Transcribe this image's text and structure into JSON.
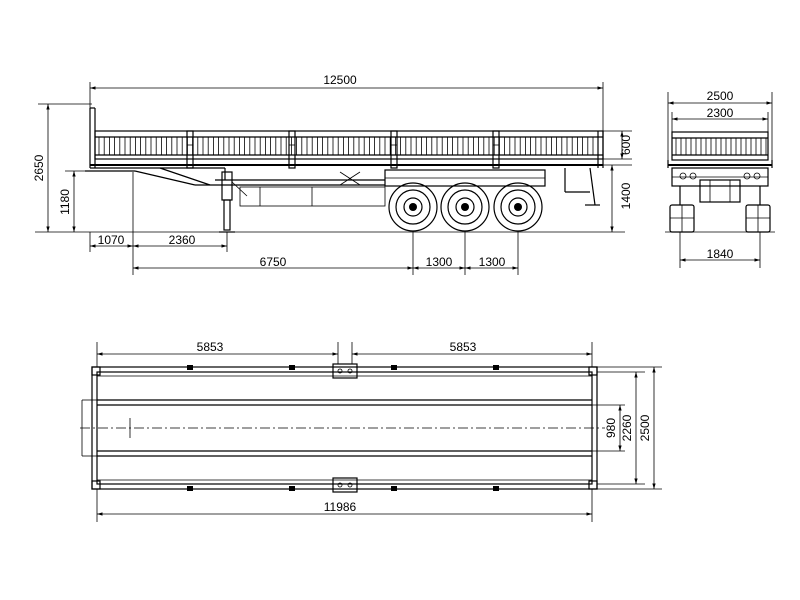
{
  "side_view": {
    "overall_length": "12500",
    "overall_height": "2650",
    "coupling_height": "1180",
    "side_panel_height": "600",
    "deck_height": "1400",
    "front_overhang": "1070",
    "landing_gear_offset": "2360",
    "kingpin_to_axle": "6750",
    "axle_spacing_1": "1300",
    "axle_spacing_2": "1300"
  },
  "rear_view": {
    "overall_width": "2500",
    "inner_width": "2300",
    "track_width": "1840"
  },
  "top_view": {
    "front_half_length": "5853",
    "rear_half_length": "5853",
    "deck_length": "11986",
    "beam_spacing": "980",
    "inner_width": "2260",
    "overall_width": "2500"
  }
}
